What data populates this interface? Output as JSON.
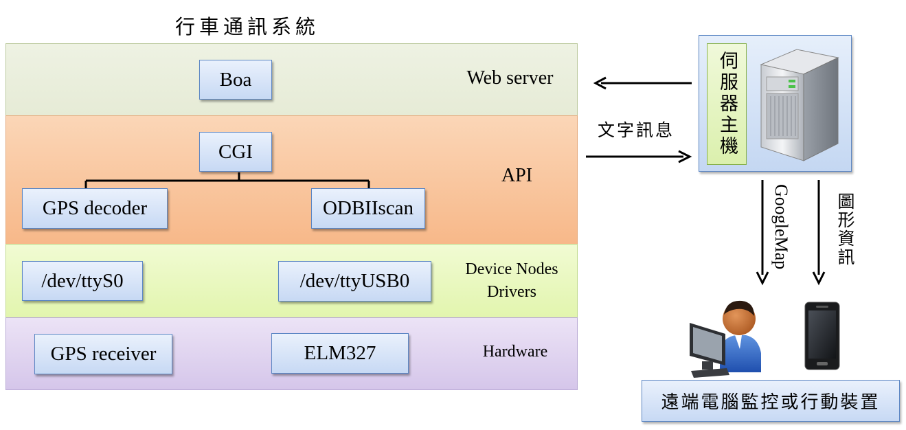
{
  "title": "行車通訊系統",
  "layers": {
    "web": {
      "label": "Web server"
    },
    "api": {
      "label": "API"
    },
    "device": {
      "label_line1": "Device Nodes",
      "label_line2": "Drivers"
    },
    "hardware": {
      "label": "Hardware"
    }
  },
  "boxes": {
    "boa": "Boa",
    "cgi": "CGI",
    "gps_decoder": "GPS decoder",
    "odbiiscan": "ODBIIscan",
    "tty_s0": "/dev/ttyS0",
    "tty_usb0": "/dev/ttyUSB0",
    "gps_receiver": "GPS receiver",
    "elm327": "ELM327"
  },
  "server": {
    "label": "伺服器主機"
  },
  "arrows": {
    "text_message": "文字訊息",
    "google_map": "GoogleMap",
    "graphic_info": "圖形資訊"
  },
  "remote": {
    "label": "遠端電腦監控或行動裝置"
  },
  "icons": [
    "server-tower-icon",
    "user-at-computer-icon",
    "mobile-phone-icon"
  ]
}
